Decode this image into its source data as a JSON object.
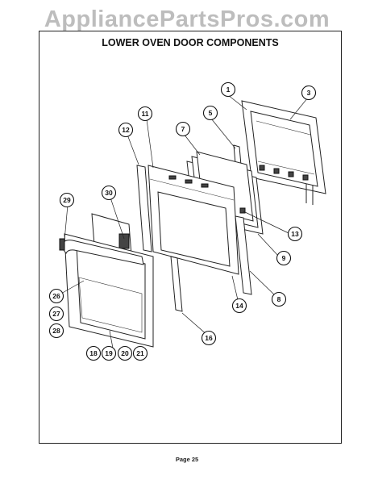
{
  "watermark": "AppliancePartsPros.com",
  "title": "LOWER OVEN DOOR COMPONENTS",
  "page_label": "Page 25",
  "callouts": [
    "1",
    "3",
    "5",
    "7",
    "11",
    "12",
    "30",
    "29",
    "13",
    "9",
    "8",
    "14",
    "16",
    "26",
    "27",
    "28",
    "18",
    "19",
    "20",
    "21"
  ]
}
